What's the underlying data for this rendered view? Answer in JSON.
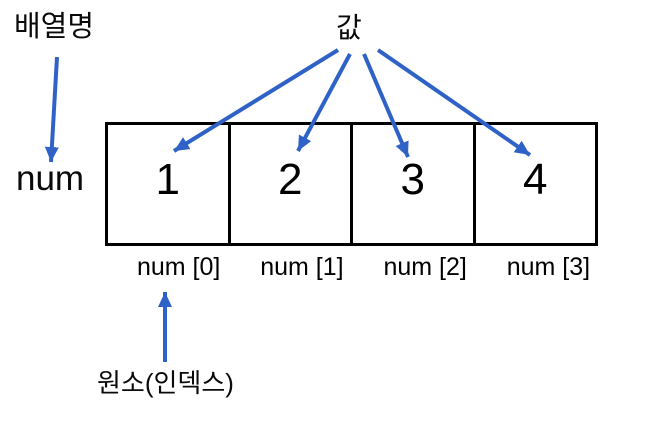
{
  "diagram": {
    "array_name_label": "배열명",
    "value_label": "값",
    "array_name": "num",
    "element_index_label": "원소(인덱스)",
    "cells": [
      {
        "value": "1",
        "index_label": "num [0]"
      },
      {
        "value": "2",
        "index_label": "num [1]"
      },
      {
        "value": "3",
        "index_label": "num [2]"
      },
      {
        "value": "4",
        "index_label": "num [3]"
      }
    ],
    "colors": {
      "arrow": "#2F62C6",
      "border": "#000000",
      "background": "#FFFFFF",
      "text": "#0A0A0A"
    }
  }
}
